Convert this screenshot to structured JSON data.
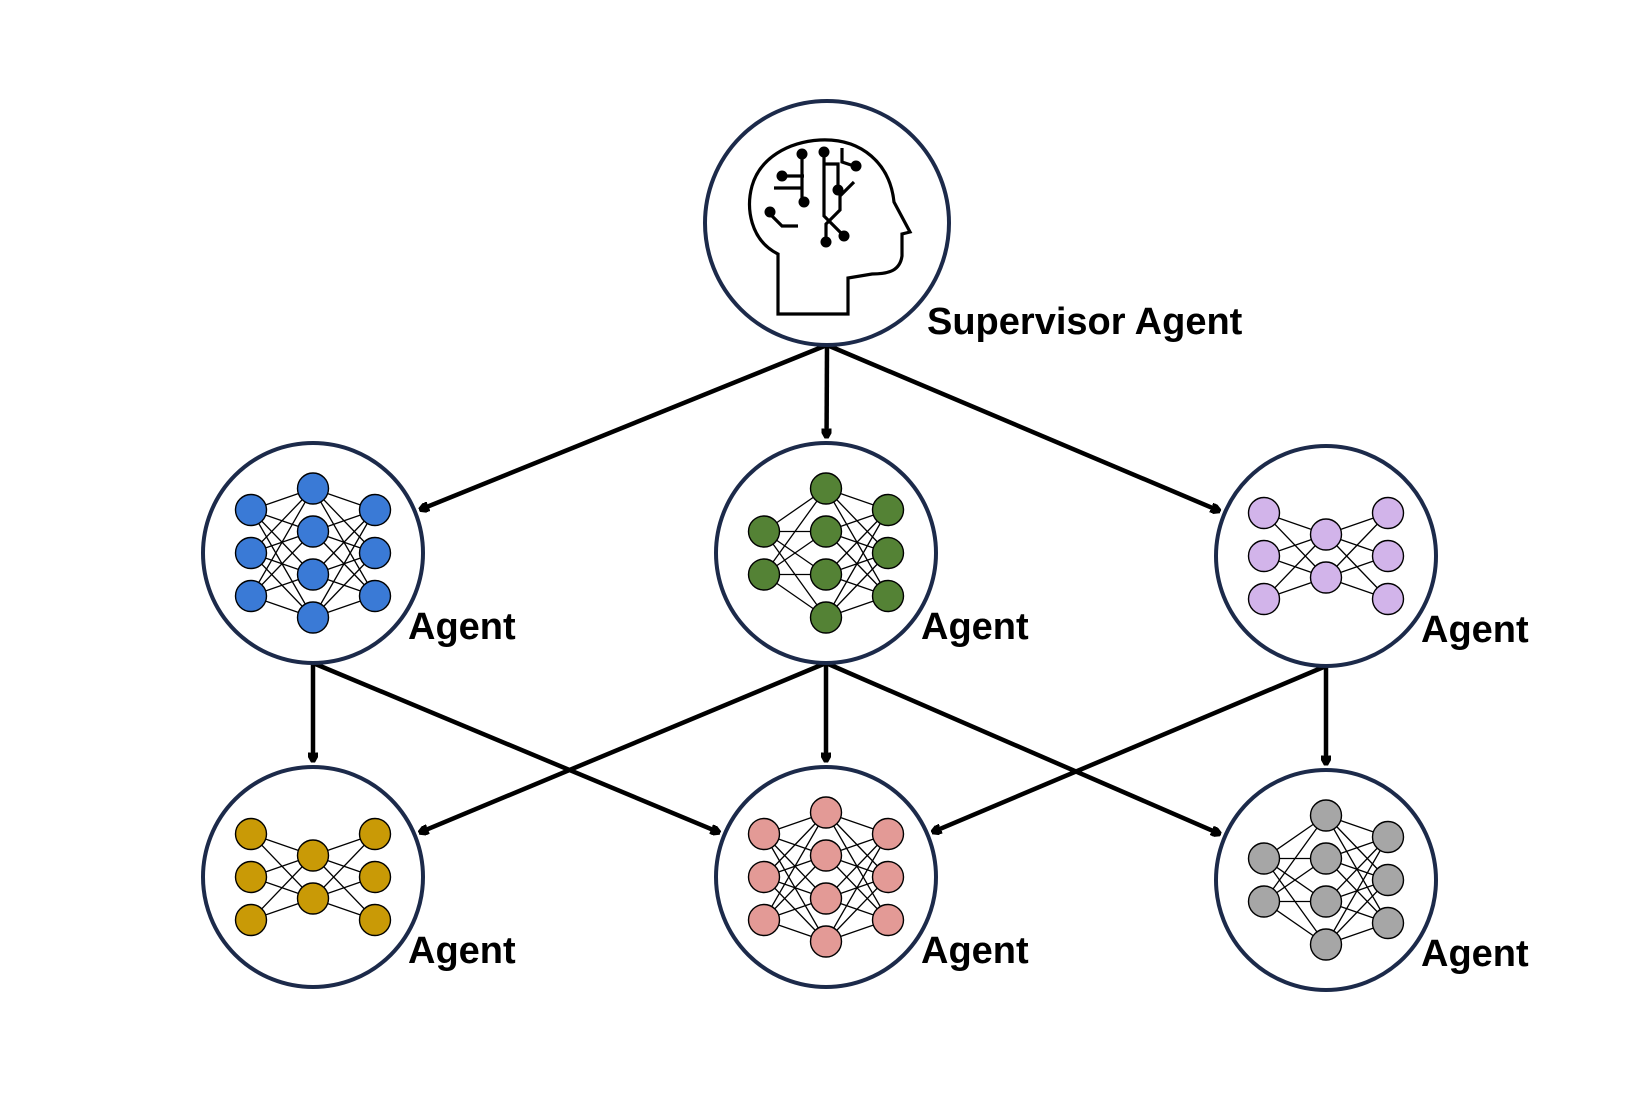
{
  "supervisor": {
    "label": "Supervisor Agent",
    "icon": "brain-circuit-head-icon"
  },
  "agents": [
    {
      "label": "Agent",
      "color": "#3a7ad6",
      "layers": [
        3,
        4,
        3
      ]
    },
    {
      "label": "Agent",
      "color": "#548235",
      "layers": [
        2,
        4,
        3
      ]
    },
    {
      "label": "Agent",
      "color": "#d2b4ea",
      "layers": [
        3,
        2,
        3
      ]
    },
    {
      "label": "Agent",
      "color": "#c99a06",
      "layers": [
        3,
        2,
        3
      ]
    },
    {
      "label": "Agent",
      "color": "#e39a96",
      "layers": [
        3,
        4,
        3
      ]
    },
    {
      "label": "Agent",
      "color": "#a6a6a6",
      "layers": [
        2,
        4,
        3
      ]
    }
  ],
  "edges": [
    {
      "from": "supervisor",
      "to": 0
    },
    {
      "from": "supervisor",
      "to": 1
    },
    {
      "from": "supervisor",
      "to": 2
    },
    {
      "from": 0,
      "to": 3
    },
    {
      "from": 0,
      "to": 4
    },
    {
      "from": 1,
      "to": 3
    },
    {
      "from": 1,
      "to": 4
    },
    {
      "from": 1,
      "to": 5
    },
    {
      "from": 2,
      "to": 4
    },
    {
      "from": 2,
      "to": 5
    }
  ]
}
